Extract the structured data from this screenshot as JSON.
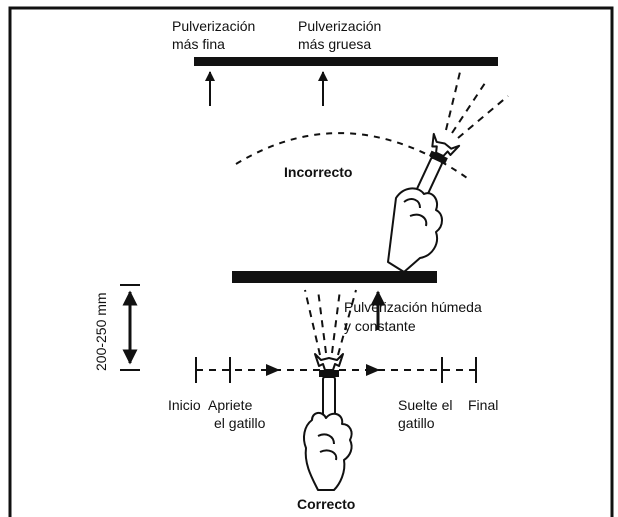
{
  "labels": {
    "fine_line1": "Pulverización",
    "fine_line2": "más fina",
    "coarse_line1": "Pulverización",
    "coarse_line2": "más gruesa",
    "incorrect": "Incorrecto",
    "distance": "200-250 mm",
    "wet_line1": "Pulverización húmeda",
    "wet_line2": "y constante",
    "start": "Inicio",
    "squeeze_line1": "Apriete",
    "squeeze_line2": "el gatillo",
    "release_line1": "Suelte el",
    "release_line2": "gatillo",
    "end": "Final",
    "correct": "Correcto"
  }
}
